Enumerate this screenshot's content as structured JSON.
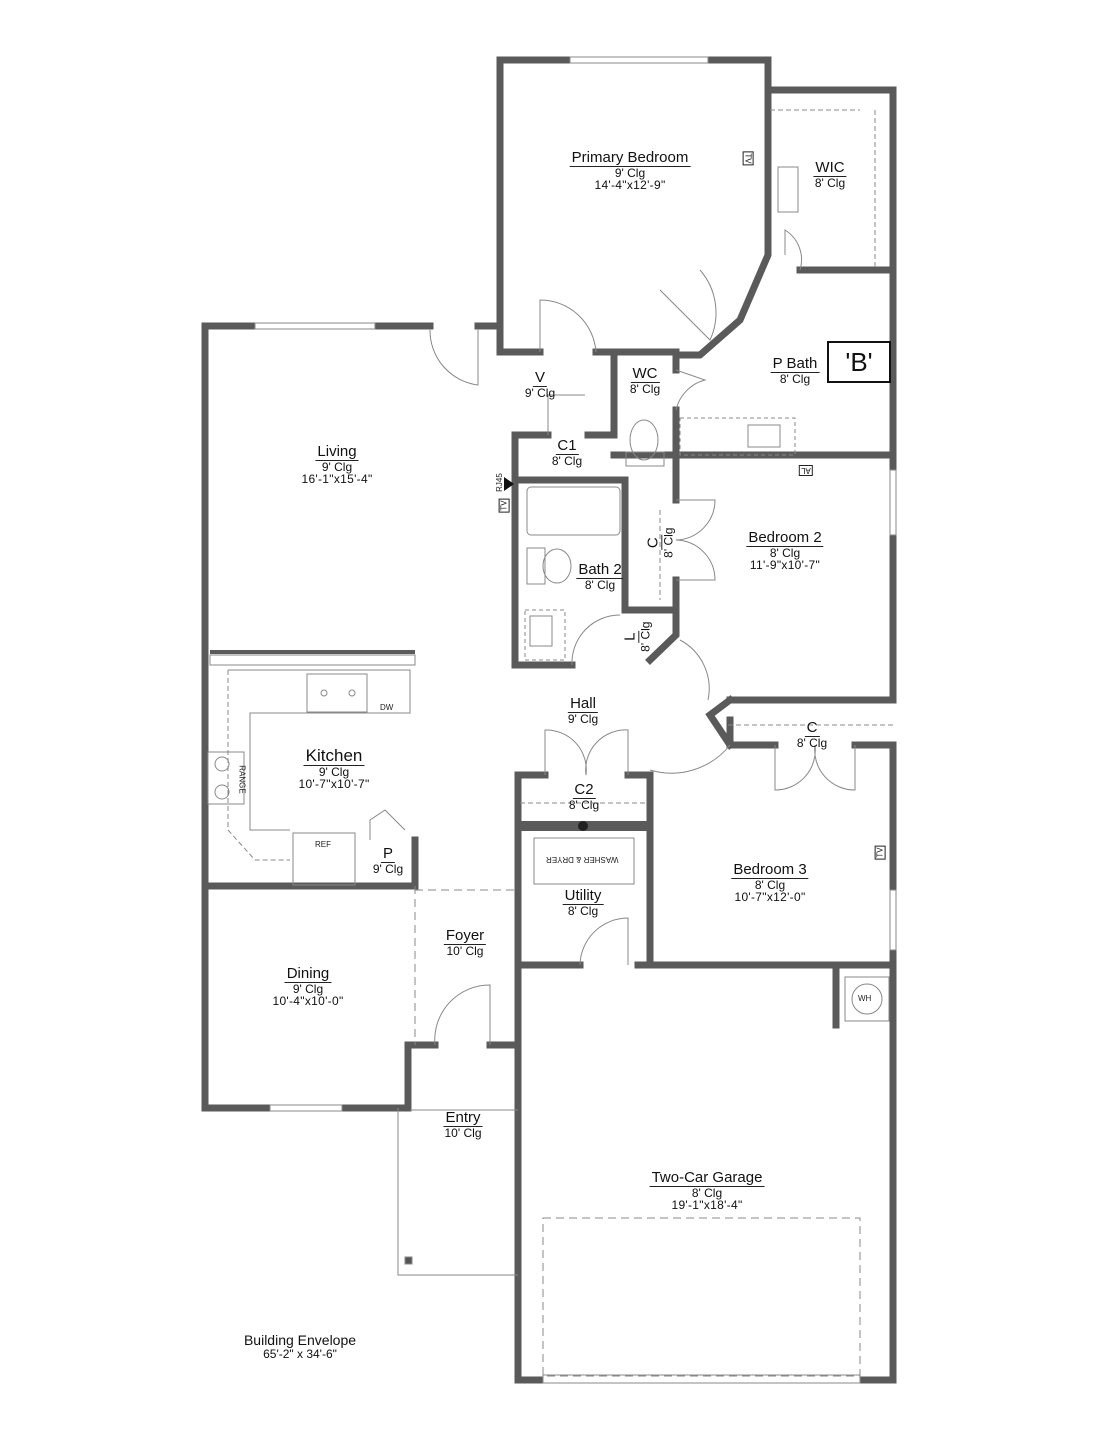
{
  "plan": {
    "wall_color": "#5a5a5a",
    "line_color": "#999999",
    "rooms": {
      "primary_bedroom": {
        "name": "Primary Bedroom",
        "ceiling": "9' Clg",
        "dims": "14'-4\"x12'-9\""
      },
      "wic": {
        "name": "WIC",
        "ceiling": "8' Clg"
      },
      "p_bath": {
        "name": "P Bath",
        "ceiling": "8' Clg",
        "badge": "'B'"
      },
      "wc": {
        "name": "WC",
        "ceiling": "8' Clg"
      },
      "v": {
        "name": "V",
        "ceiling": "9' Clg"
      },
      "c1": {
        "name": "C1",
        "ceiling": "8' Clg"
      },
      "living": {
        "name": "Living",
        "ceiling": "9' Clg",
        "dims": "16'-1\"x15'-4\""
      },
      "bath2": {
        "name": "Bath 2",
        "ceiling": "8' Clg"
      },
      "closet_c_bed2": {
        "name": "C",
        "ceiling": "8' Clg"
      },
      "linen": {
        "name": "L",
        "ceiling": "8' Clg"
      },
      "bedroom2": {
        "name": "Bedroom 2",
        "ceiling": "8' Clg",
        "dims": "11'-9\"x10'-7\""
      },
      "kitchen": {
        "name": "Kitchen",
        "ceiling": "9' Clg",
        "dims": "10'-7\"x10'-7\""
      },
      "pantry": {
        "name": "P",
        "ceiling": "9' Clg"
      },
      "hall": {
        "name": "Hall",
        "ceiling": "9' Clg"
      },
      "closet_c_bed3": {
        "name": "C",
        "ceiling": "8' Clg"
      },
      "c2": {
        "name": "C2",
        "ceiling": "8' Clg"
      },
      "utility": {
        "name": "Utility",
        "ceiling": "8' Clg"
      },
      "bedroom3": {
        "name": "Bedroom 3",
        "ceiling": "8' Clg",
        "dims": "10'-7\"x12'-0\""
      },
      "foyer": {
        "name": "Foyer",
        "ceiling": "10' Clg"
      },
      "dining": {
        "name": "Dining",
        "ceiling": "9' Clg",
        "dims": "10'-4\"x10'-0\""
      },
      "entry": {
        "name": "Entry",
        "ceiling": "10' Clg"
      },
      "garage": {
        "name": "Two-Car Garage",
        "ceiling": "8' Clg",
        "dims": "19'-1\"x18'-4\""
      }
    },
    "fixtures": {
      "tv": "TV",
      "rj45": "RJ45",
      "al": "AL",
      "dw": "DW",
      "range": "RANGE",
      "ref": "REF",
      "washer_dryer": "WASHER & DRYER",
      "water_heater": "WH"
    },
    "envelope": {
      "title": "Building Envelope",
      "dims": "65'-2\" x 34'-6\""
    }
  }
}
